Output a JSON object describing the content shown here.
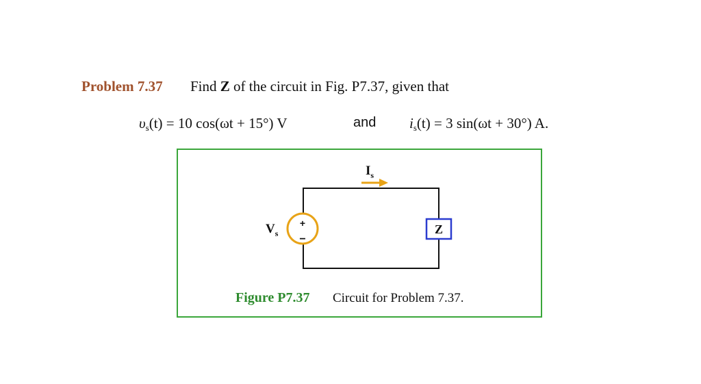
{
  "colors": {
    "problem_label": "#a0522d",
    "figure_border": "#3aa63a",
    "figure_label": "#2e8b2e",
    "source_circle": "#e8a317",
    "current_arrow": "#e8a317",
    "impedance_box": "#2b3ccf",
    "wire": "#111111"
  },
  "problem": {
    "label": "Problem 7.37",
    "text_before": "Find ",
    "bold_z": "Z",
    "text_after": " of the circuit in Fig. P7.37, given that"
  },
  "equations": {
    "vs_var": "υ",
    "vs_sub": "s",
    "vs_rhs": "(t) = 10 cos(ωt + 15°) V",
    "and": "and",
    "is_var": "i",
    "is_sub": "s",
    "is_rhs": "(t) = 3 sin(ωt + 30°) A."
  },
  "circuit": {
    "current_label": "I",
    "current_sub": "s",
    "source_label": "V",
    "source_sub": "s",
    "plus": "+",
    "minus": "−",
    "impedance": "Z"
  },
  "caption": {
    "label": "Figure P7.37",
    "text": "Circuit for Problem 7.37."
  }
}
